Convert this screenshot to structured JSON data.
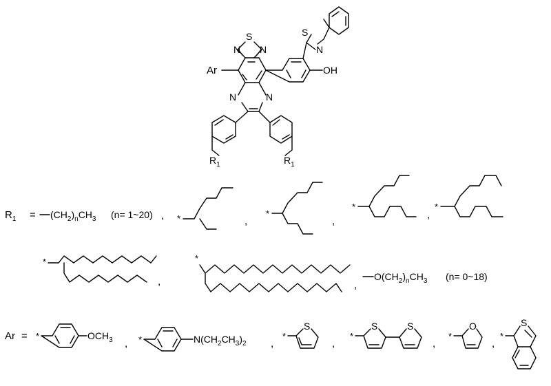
{
  "core": {
    "atoms": {
      "n_left": "N",
      "s_top": "S",
      "n_right": "N",
      "n_pyr_left": "N",
      "n_pyr_right": "N",
      "hydroxyl": "OH",
      "bt_s": "S",
      "bt_n": "N",
      "ar": "Ar",
      "r1": "R",
      "r1_sub": "1"
    }
  },
  "r1_definition": {
    "symbol": "R",
    "symbol_sub": "1",
    "equals": "=",
    "linear_formula": {
      "pre": "(CH",
      "sub2": "2",
      "mid": ")",
      "subn": "n",
      "post": "CH",
      "sub3": "3"
    },
    "linear_range": "(n= 1~20)",
    "alkoxy_formula": {
      "pre": "O(CH",
      "sub2": "2",
      "mid": ")",
      "subn": "n",
      "post": "CH",
      "sub3": "3"
    },
    "alkoxy_range": "(n= 0~18)",
    "comma": ",",
    "star": "*"
  },
  "ar_definition": {
    "symbol": "Ar",
    "equals": "=",
    "methoxy": {
      "pre": "OCH",
      "sub": "3"
    },
    "amine": {
      "pre": "N(CH",
      "sub2": "2",
      "mid": "CH",
      "sub3": "3",
      "post": ")",
      "sub4": "2"
    },
    "thiophene_s": "S",
    "furan_o": "O",
    "comma": ",",
    "star": "*"
  }
}
